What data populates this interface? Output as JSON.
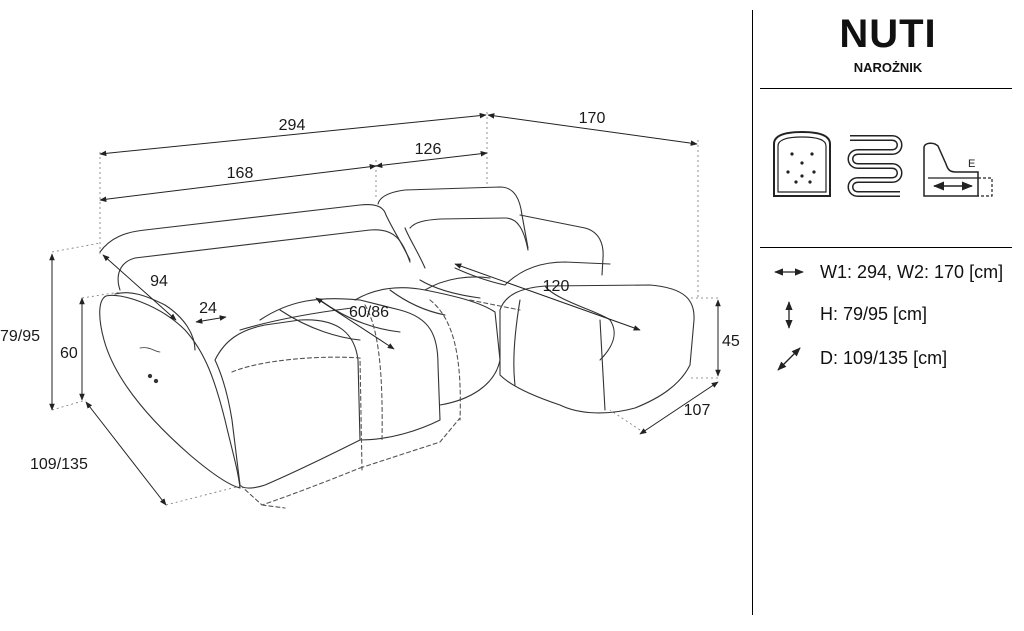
{
  "product": {
    "name": "NUTI",
    "type": "NAROŻNIK"
  },
  "icons": [
    "cushion-foam-icon",
    "spring-icon",
    "sleep-function-icon"
  ],
  "icon_letter": "E",
  "dimensions": {
    "total_width": "294",
    "left_section": "168",
    "right_section": "126",
    "chaise_width": "170",
    "headrest_angle": "94",
    "headrest_offset": "24",
    "seat_depth": "60/86",
    "chaise_seat": "120",
    "height": "79/95",
    "seat_height": "60",
    "chaise_height": "45",
    "depth": "109/135",
    "chaise_depth": "107"
  },
  "specs": [
    {
      "icon": "width-arrow-icon",
      "text": "W1: 294, W2: 170 [cm]"
    },
    {
      "icon": "height-arrow-icon",
      "text": "H: 79/95 [cm]"
    },
    {
      "icon": "depth-arrow-icon",
      "text": "D: 109/135 [cm]"
    }
  ]
}
